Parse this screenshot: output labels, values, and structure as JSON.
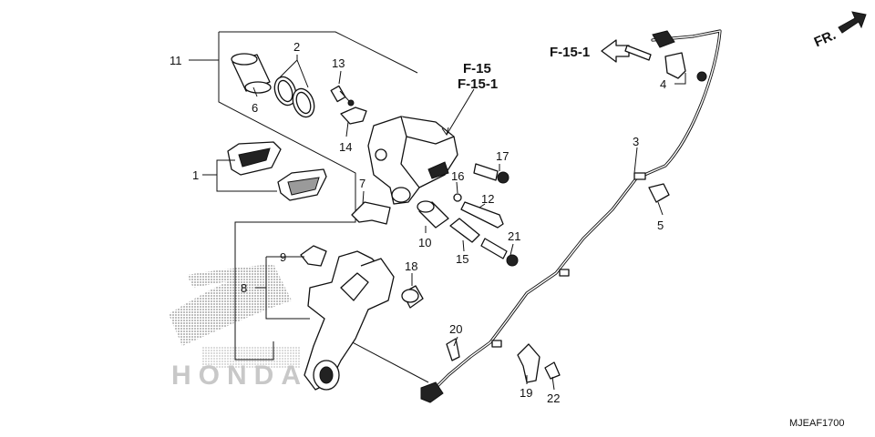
{
  "diagram": {
    "part_numbers": {
      "p1": "1",
      "p2": "2",
      "p3": "3",
      "p4": "4",
      "p5": "5",
      "p6": "6",
      "p7": "7",
      "p8": "8",
      "p9": "9",
      "p10": "10",
      "p11": "11",
      "p12": "12",
      "p13": "13",
      "p14": "14",
      "p15": "15",
      "p16": "16",
      "p17": "17",
      "p18": "18",
      "p19": "19",
      "p20": "20",
      "p21": "21",
      "p22": "22"
    },
    "reference_top": "F-15",
    "reference_bottom": "F-15-1",
    "reference_arrow": "F-15-1",
    "front_label": "FR.",
    "watermark": "HONDA",
    "diagram_code": "MJEAF1700"
  }
}
